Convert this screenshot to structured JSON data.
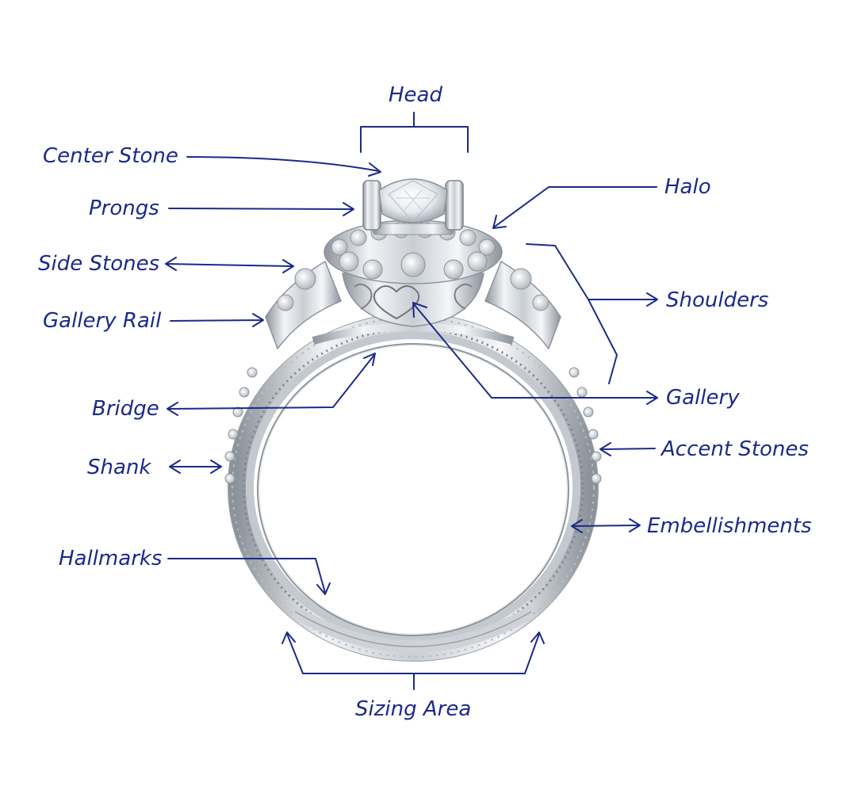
{
  "labels": {
    "head": "Head",
    "center_stone": "Center Stone",
    "prongs": "Prongs",
    "side_stones": "Side Stones",
    "gallery_rail": "Gallery Rail",
    "bridge": "Bridge",
    "shank": "Shank",
    "hallmarks": "Hallmarks",
    "halo": "Halo",
    "shoulders": "Shoulders",
    "gallery": "Gallery",
    "accent_stones": "Accent Stones",
    "embellishments": "Embellishments",
    "sizing_area": "Sizing Area"
  },
  "colors": {
    "annotation": "#1b2a8a",
    "metal_light": "#f2f4f6",
    "metal_mid": "#c9ced4",
    "metal_dark": "#8c939b",
    "background": "#ffffff"
  },
  "icons": {
    "ring": "engagement-ring-illustration"
  }
}
